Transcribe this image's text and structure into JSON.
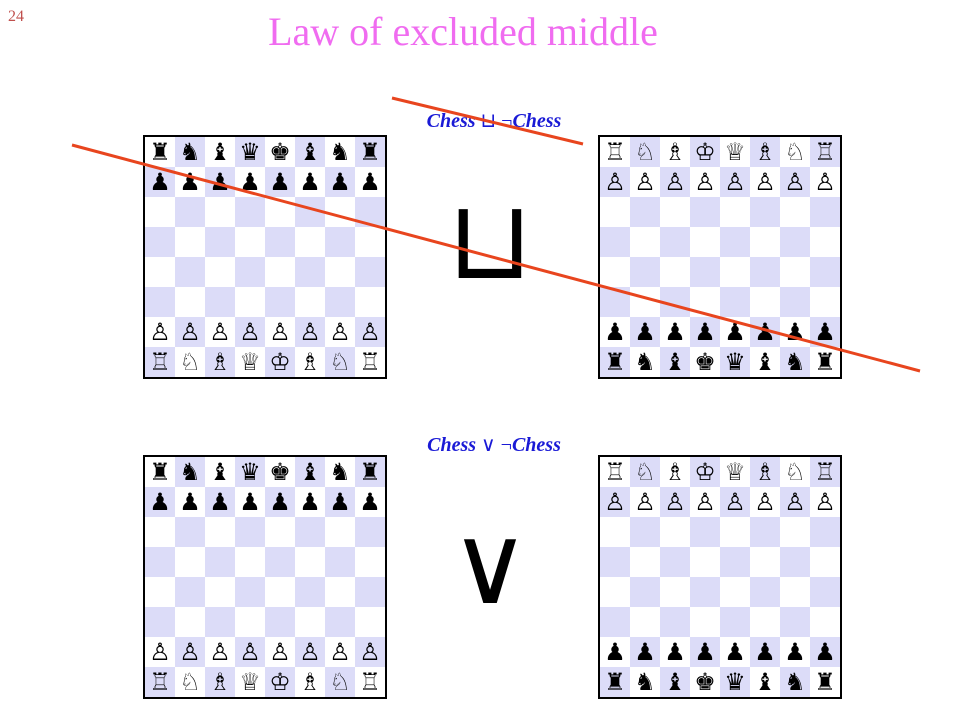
{
  "slide": {
    "number": "24",
    "title": "Law of excluded middle"
  },
  "top_formula": {
    "left": "Chess",
    "op": "⊔",
    "neg": "¬",
    "right": "Chess"
  },
  "bottom_formula": {
    "left": "Chess",
    "op": "∨",
    "neg": "¬",
    "right": "Chess"
  },
  "top_operator": "⊔",
  "bottom_operator": "∨",
  "boards": {
    "white_view": [
      "♜♞♝♛♚♝♞♜",
      "♟♟♟♟♟♟♟♟",
      "        ",
      "        ",
      "        ",
      "        ",
      "♙♙♙♙♙♙♙♙",
      "♖♘♗♕♔♗♘♖"
    ],
    "black_view": [
      "♖♘♗♔♕♗♘♖",
      "♙♙♙♙♙♙♙♙",
      "        ",
      "        ",
      "        ",
      "        ",
      "♟♟♟♟♟♟♟♟",
      "♜♞♝♚♛♝♞♜"
    ]
  },
  "colors": {
    "title": "#f06cf0",
    "formula": "#1a1ad6",
    "strike": "#e8451e",
    "dark_square": "#dcdcf8"
  }
}
